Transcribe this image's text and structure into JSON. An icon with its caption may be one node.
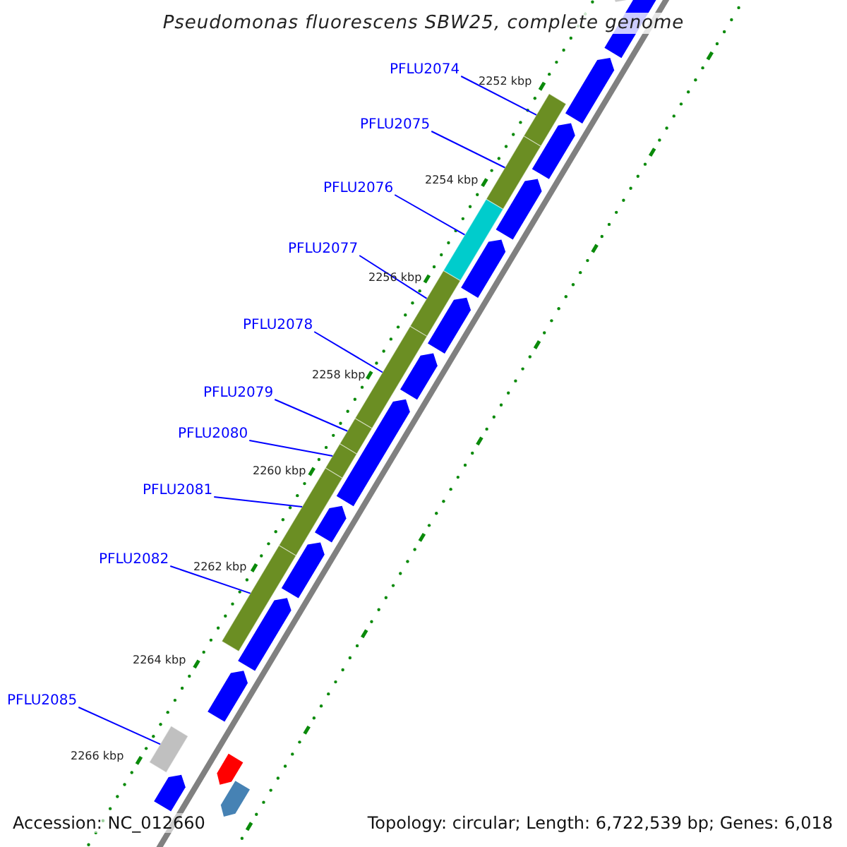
{
  "diagram": {
    "title": "Pseudomonas fluorescens SBW25, complete genome",
    "nodes": [
      {
        "text": [
          "PFLU2074"
        ]
      },
      {
        "text": [
          "PFLU2075"
        ]
      },
      {
        "text": [
          "PFLU2076"
        ]
      },
      {
        "text": [
          "PFLU2077"
        ]
      },
      {
        "text": [
          "PFLU2078"
        ]
      },
      {
        "text": [
          "PFLU2079"
        ]
      },
      {
        "text": [
          "PFLU2080"
        ]
      },
      {
        "text": [
          "PFLU2081"
        ]
      },
      {
        "text": [
          "PFLU2082"
        ]
      },
      {
        "text": [
          "PFLU2085"
        ]
      },
      {
        "text": [],
        "shape": "bar"
      },
      {
        "text": [],
        "shape": "bar"
      },
      {
        "text": [],
        "shape": "bar"
      },
      {
        "text": [],
        "shape": "bar"
      },
      {
        "text": [],
        "shape": "bar"
      },
      {
        "text": [],
        "shape": "bar"
      },
      {
        "text": [],
        "shape": "bar"
      },
      {
        "text": [],
        "shape": "bar"
      },
      {
        "text": [],
        "shape": "bar"
      },
      {
        "text": [],
        "shape": "bar"
      }
    ],
    "edges": [
      {
        "from": 0,
        "to": 10,
        "arrow": "none"
      },
      {
        "from": 1,
        "to": 11,
        "arrow": "none"
      },
      {
        "from": 2,
        "to": 12,
        "arrow": "none"
      },
      {
        "from": 3,
        "to": 13,
        "arrow": "none"
      },
      {
        "from": 4,
        "to": 14,
        "arrow": "none"
      },
      {
        "from": 5,
        "to": 15,
        "arrow": "none"
      },
      {
        "from": 6,
        "to": 16,
        "arrow": "none"
      },
      {
        "from": 7,
        "to": 17,
        "arrow": "none"
      },
      {
        "from": 8,
        "to": 18,
        "arrow": "none"
      },
      {
        "from": 9,
        "to": 19,
        "arrow": "none"
      }
    ],
    "labels": [
      "2252 kbp",
      "2254 kbp",
      "2256 kbp",
      "2258 kbp",
      "2260 kbp",
      "2262 kbp",
      "2264 kbp",
      "2266 kbp",
      "Accession: NC_012660",
      "Topology: circular; Length: 6,722,539 bp; Genes: 6,018"
    ]
  }
}
